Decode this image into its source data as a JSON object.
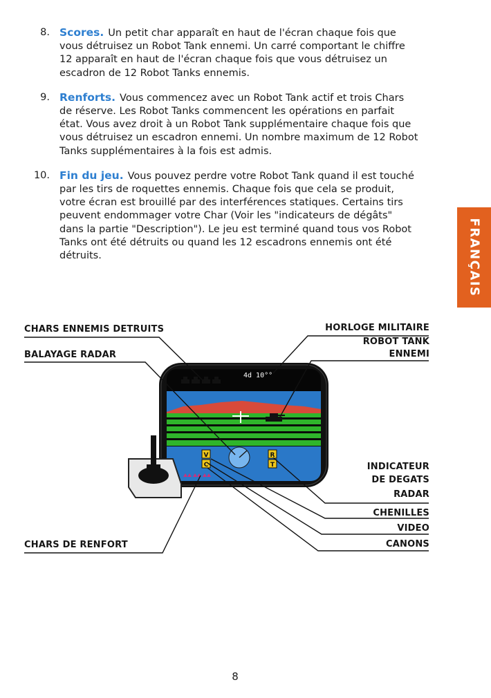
{
  "items": [
    {
      "num": "8.",
      "heading": "Scores.",
      "text": "Un petit char apparaît en haut de l'écran chaque fois que vous détruisez un Robot Tank ennemi. Un carré comportant le chiffre 12 apparaît en haut de l'écran chaque fois que vous détruisez un escadron de 12 Robot Tanks ennemis."
    },
    {
      "num": "9.",
      "heading": "Renforts.",
      "text": "Vous commencez avec un Robot Tank actif et trois Chars de réserve. Les Robot Tanks commencent les opérations en parfait état. Vous avez droit à un Robot Tank supplémentaire chaque fois que vous détruisez un escadron ennemi. Un nombre maximum de 12 Robot Tanks supplémentaires à la fois est admis."
    },
    {
      "num": "10.",
      "heading": "Fin du jeu.",
      "text": "Vous pouvez perdre votre Robot Tank quand il est touché par les tirs de roquettes ennemis. Chaque fois que cela se produit, votre écran est brouillé par des interférences statiques. Certains tirs peuvent endommager votre Char (Voir les \"indicateurs de dégâts\" dans la partie \"Description\"). Le jeu est terminé quand tous vos Robot Tanks ont été détruits ou quand les 12 escadrons ennemis ont été détruits."
    }
  ],
  "side_tab": "FRANÇAIS",
  "labels": {
    "chars_ennemis_detruits": "CHARS ENNEMIS DETRUITS",
    "balayage_radar": "BALAYAGE RADAR",
    "chars_de_renfort": "CHARS DE RENFORT",
    "horloge_militaire": "HORLOGE MILITAIRE",
    "robot_tank_l1": "ROBOT TANK",
    "robot_tank_l2": "ENNEMI",
    "indicateur_l1": "INDICATEUR",
    "indicateur_l2": "DE DEGATS",
    "radar": "RADAR",
    "chenilles": "CHENILLES",
    "video": "VIDEO",
    "canons": "CANONS"
  },
  "screen": {
    "clock": "4d 10°°",
    "damage_letters": [
      "V",
      "C",
      "R",
      "T"
    ]
  },
  "colors": {
    "heading_blue": "#2e7fd0",
    "tab_orange": "#e2611f",
    "sky_blue": "#2a78c8",
    "ground_green": "#2fb52b",
    "horizon_red": "#d84a3a"
  },
  "page_number": "8"
}
